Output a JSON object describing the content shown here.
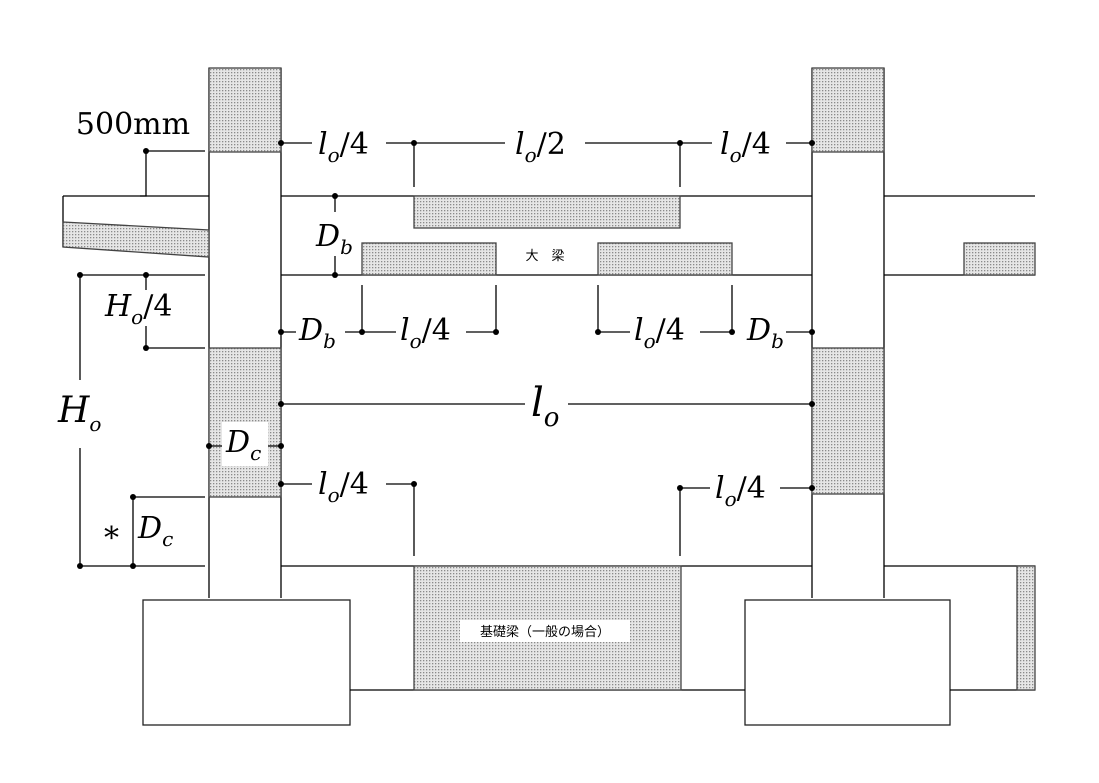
{
  "labels": {
    "offset": "500mm",
    "beam_name": "大　梁",
    "foundation_beam_name": "基礎梁（一般の場合）",
    "clear_span": "l",
    "clear_span_sub": "o",
    "quarter": "/4",
    "half": "/2",
    "beam_depth": "D",
    "beam_depth_sub": "b",
    "column_depth": "D",
    "column_depth_sub": "c",
    "clear_height": "H",
    "clear_height_sub": "o",
    "asterisk": "*"
  },
  "colors": {
    "line": "#000000",
    "hatch": "#9a9a9a"
  }
}
